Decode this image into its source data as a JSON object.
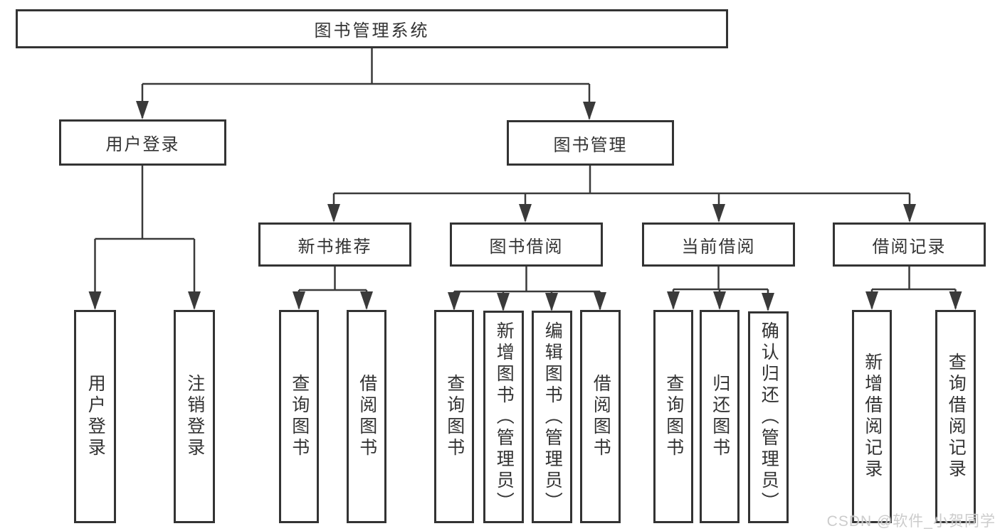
{
  "diagram": {
    "title": "图书管理系统",
    "branches": {
      "user_login": {
        "label": "用户登录",
        "children": [
          "用户登录",
          "注销登录"
        ]
      },
      "book_management": {
        "label": "图书管理",
        "sections": [
          {
            "label": "新书推荐",
            "children": [
              "查询图书",
              "借阅图书"
            ]
          },
          {
            "label": "图书借阅",
            "children": [
              "查询图书",
              "新增图书（管理员）",
              "编辑图书（管理员）",
              "借阅图书"
            ]
          },
          {
            "label": "当前借阅",
            "children": [
              "查询图书",
              "归还图书",
              "确认归还（管理员）"
            ]
          },
          {
            "label": "借阅记录",
            "children": [
              "新增借阅记录",
              "查询借阅记录"
            ]
          }
        ]
      }
    },
    "watermark": "CSDN @软件_小贺同学",
    "colors": {
      "line": "#3a3a3a",
      "border": "#333333",
      "watermark": "#c8c8c8"
    }
  }
}
